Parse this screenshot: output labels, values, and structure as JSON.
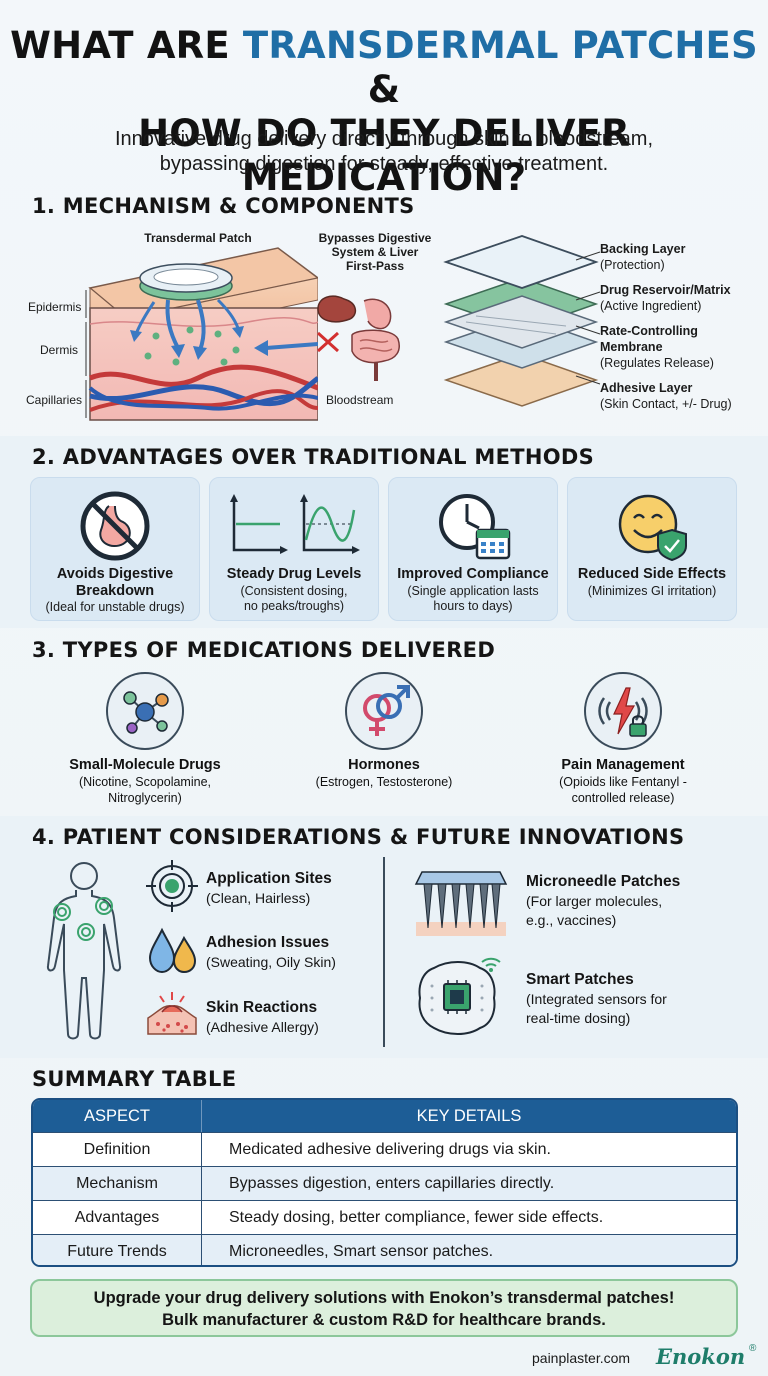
{
  "header": {
    "title_line1_prefix": "WHAT ARE ",
    "title_line1_highlight": "TRANSDERMAL PATCHES",
    "title_line1_suffix": " &",
    "title_line2": "HOW DO THEY DELIVER MEDICATION?",
    "subtitle_line1": "Innovative drug delivery directly through skin to bloodstream,",
    "subtitle_line2": "bypassing digestion for steady, effective treatment."
  },
  "section1": {
    "heading": "1. MECHANISM & COMPONENTS",
    "patch_label": "Transdermal Patch",
    "bypass_label": [
      "Bypasses Digestive",
      "System & Liver",
      "First-Pass"
    ],
    "epidermis": "Epidermis",
    "dermis": "Dermis",
    "capillaries": "Capillaries",
    "bloodstream": "Bloodstream",
    "layers": [
      {
        "title": "Backing Layer",
        "desc": "(Protection)"
      },
      {
        "title": "Drug Reservoir/Matrix",
        "desc": "(Active Ingredient)"
      },
      {
        "title": "Rate-Controlling",
        "title2": "Membrane",
        "desc": "(Regulates Release)"
      },
      {
        "title": "Adhesive Layer",
        "desc": "(Skin Contact, +/- Drug)"
      }
    ]
  },
  "section2": {
    "heading": "2. ADVANTAGES OVER TRADITIONAL METHODS",
    "cards": [
      {
        "title": "Avoids Digestive",
        "title2": "Breakdown",
        "desc": "(Ideal for unstable drugs)",
        "icon": "no-stomach-icon"
      },
      {
        "title": "Steady Drug Levels",
        "desc": "(Consistent dosing,",
        "desc2": "no peaks/troughs)",
        "icon": "drug-level-graph-icon"
      },
      {
        "title": "Improved Compliance",
        "desc": "(Single application lasts",
        "desc2": "hours to days)",
        "icon": "clock-calendar-icon"
      },
      {
        "title": "Reduced Side Effects",
        "desc": "(Minimizes GI irritation)",
        "icon": "smiley-shield-icon"
      }
    ]
  },
  "section3": {
    "heading": "3. TYPES OF MEDICATIONS DELIVERED",
    "items": [
      {
        "title": "Small-Molecule Drugs",
        "desc": "(Nicotine, Scopolamine,",
        "desc2": "Nitroglycerin)",
        "icon": "molecule-icon"
      },
      {
        "title": "Hormones",
        "desc": "(Estrogen, Testosterone)",
        "desc2": "",
        "icon": "gender-symbols-icon"
      },
      {
        "title": "Pain Management",
        "desc": "(Opioids like Fentanyl -",
        "desc2": "controlled release)",
        "icon": "pain-lock-icon"
      }
    ]
  },
  "section4": {
    "heading": "4. PATIENT CONSIDERATIONS & FUTURE INNOVATIONS",
    "considerations": [
      {
        "title": "Application Sites",
        "desc": "(Clean, Hairless)",
        "icon": "target-icon"
      },
      {
        "title": "Adhesion Issues",
        "desc": "(Sweating, Oily Skin)",
        "icon": "droplets-icon"
      },
      {
        "title": "Skin Reactions",
        "desc": "(Adhesive Allergy)",
        "icon": "skin-rash-icon"
      }
    ],
    "innovations": [
      {
        "title": "Microneedle Patches",
        "desc": "(For larger molecules,",
        "desc2": "e.g., vaccines)",
        "icon": "microneedle-icon"
      },
      {
        "title": "Smart Patches",
        "desc": "(Integrated sensors for",
        "desc2": "real-time dosing)",
        "icon": "smart-chip-icon"
      }
    ]
  },
  "summary": {
    "heading": "SUMMARY TABLE",
    "col1": "ASPECT",
    "col2": "KEY DETAILS",
    "rows": [
      {
        "aspect": "Definition",
        "detail": "Medicated adhesive delivering drugs via skin."
      },
      {
        "aspect": "Mechanism",
        "detail": "Bypasses digestion, enters capillaries directly."
      },
      {
        "aspect": "Advantages",
        "detail": "Steady dosing, better compliance, fewer side effects."
      },
      {
        "aspect": "Future Trends",
        "detail": "Microneedles, Smart sensor patches."
      }
    ]
  },
  "footer": {
    "cta_line1": "Upgrade your drug delivery solutions with Enokon’s transdermal patches!",
    "cta_line2": "Bulk manufacturer & custom R&D for healthcare brands.",
    "site": "painplaster.com",
    "brand": "Enokon",
    "brand_mark": "®"
  },
  "colors": {
    "accent_blue": "#1f6ea6",
    "table_header": "#1d5d96",
    "cta_bg": "#dcefdc",
    "brand_green": "#1e7d6a"
  }
}
